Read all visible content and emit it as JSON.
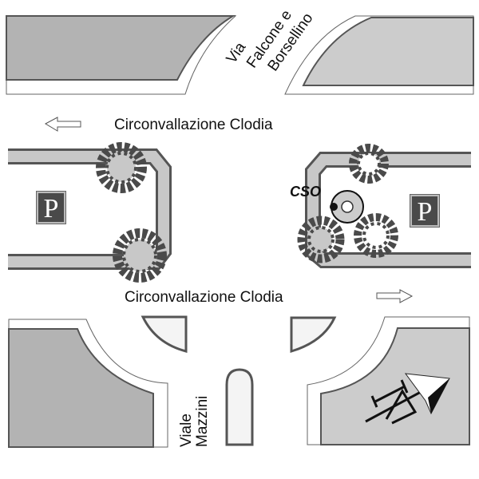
{
  "map": {
    "type": "street-intersection-diagram",
    "colors": {
      "block_dark": "#b3b3b3",
      "block_light": "#cccccc",
      "sidewalk": "#ffffff",
      "outline": "#555555",
      "tree": "#555555",
      "path": "#c8c8c8"
    },
    "labels": {
      "street_north": "Via Falcone e Borsellino",
      "street_north_lines": [
        "Via",
        "Falcone e",
        "Borsellino"
      ],
      "street_top": "Circonvallazione Clodia",
      "street_bottom": "Circonvallazione Clodia",
      "street_south_lines": [
        "Viale",
        "Mazzini"
      ],
      "station": "CSO",
      "parking_left": "P",
      "parking_right": "P"
    },
    "arrows": {
      "top_direction": "west",
      "bottom_direction": "east"
    },
    "icons": [
      "parking-icon",
      "tree-icon",
      "station-marker-icon",
      "north-arrow-icon",
      "direction-arrow-icon"
    ]
  }
}
